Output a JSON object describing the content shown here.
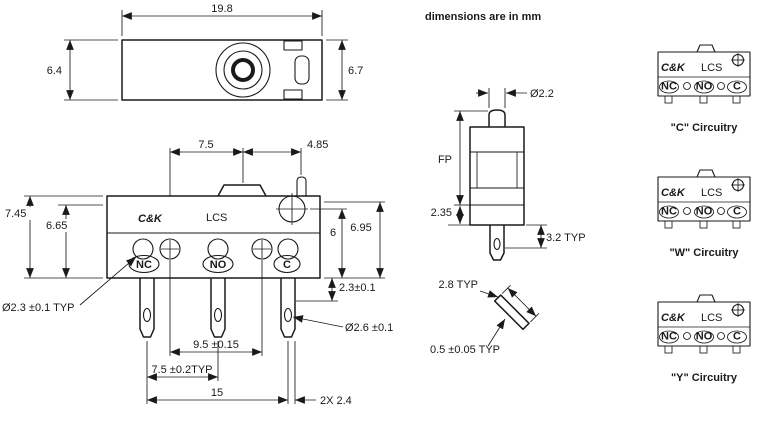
{
  "title": "dimensions are in mm",
  "brand": "C&K",
  "series": "LCS",
  "terminals": {
    "nc": "NC",
    "no": "NO",
    "c": "C"
  },
  "top_view": {
    "width": "19.8",
    "height_left": "6.4",
    "height_right": "6.7"
  },
  "front_view": {
    "dim_7_5": "7.5",
    "dim_4_85": "4.85",
    "dim_7_45": "7.45",
    "dim_6_65": "6.65",
    "dim_6": "6",
    "dim_6_95": "6.95",
    "dim_2_3": "2.3±0.1",
    "hole_dia_typ": "Ø2.3 ±0.1 TYP",
    "terminal_hole_dia": "Ø2.6 ±0.1",
    "dim_9_5": "9.5 ±0.15",
    "dim_7_5_typ": "7.5 ±0.2TYP",
    "dim_15": "15",
    "dim_2x_2_4": "2X 2.4"
  },
  "side_view": {
    "plunger_dia": "Ø2.2",
    "fp": "FP",
    "dim_2_35": "2.35",
    "dim_3_2": "3.2 TYP",
    "dim_2_8": "2.8 TYP",
    "dim_0_5": "0.5 ±0.05 TYP"
  },
  "circuits": [
    {
      "label": "\"C\" Circuitry"
    },
    {
      "label": "\"W\" Circuitry"
    },
    {
      "label": "\"Y\" Circuitry"
    }
  ]
}
